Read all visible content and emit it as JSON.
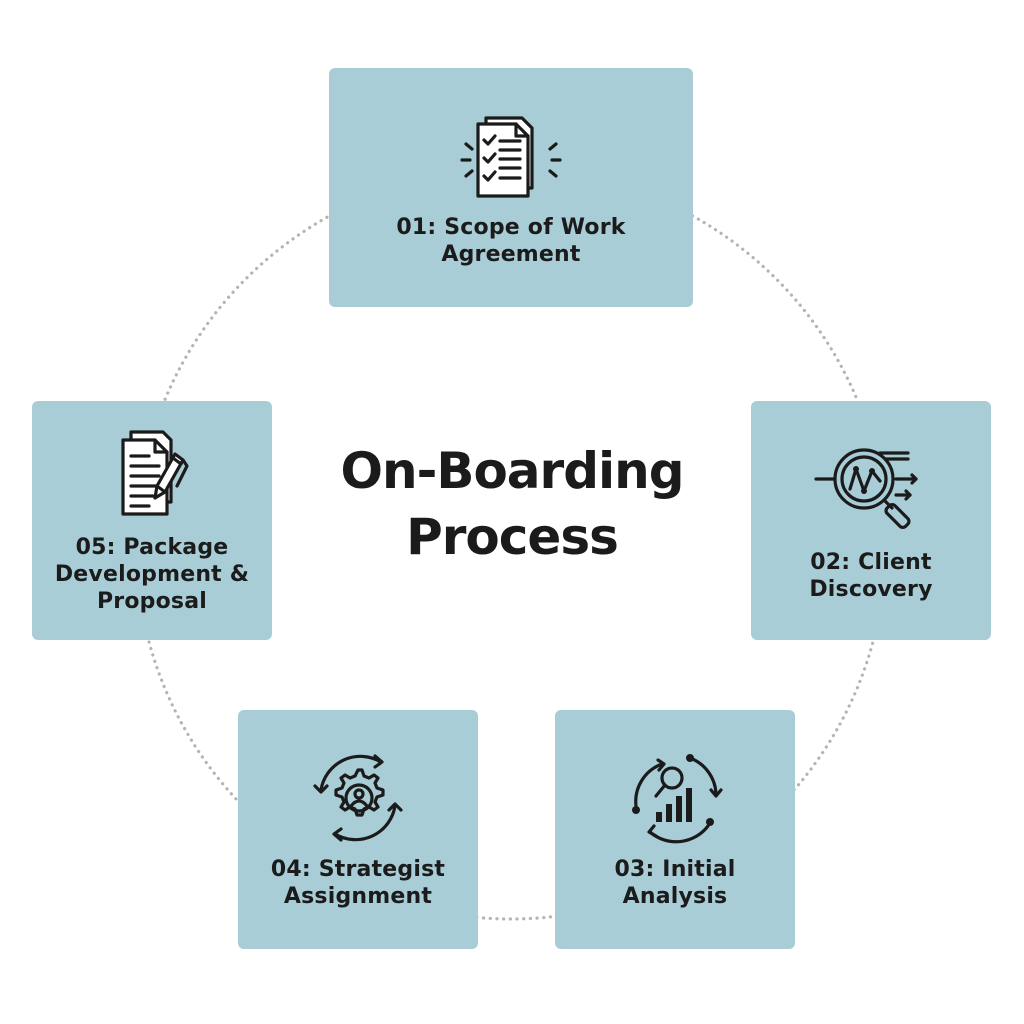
{
  "title": "On-Boarding\nProcess",
  "colors": {
    "card_background": "#a9cdd6",
    "text": "#1b1b1b",
    "ring_dots": "#b9b3ad"
  },
  "steps": [
    {
      "label": "01: Scope of Work\nAgreement",
      "icon": "checklist-documents-icon"
    },
    {
      "label": "02: Client\nDiscovery",
      "icon": "magnifier-analytics-icon"
    },
    {
      "label": "03: Initial\nAnalysis",
      "icon": "cycle-chart-search-icon"
    },
    {
      "label": "04: Strategist\nAssignment",
      "icon": "gear-person-cycle-icon"
    },
    {
      "label": "05: Package\nDevelopment &\nProposal",
      "icon": "document-pencil-icon"
    }
  ]
}
